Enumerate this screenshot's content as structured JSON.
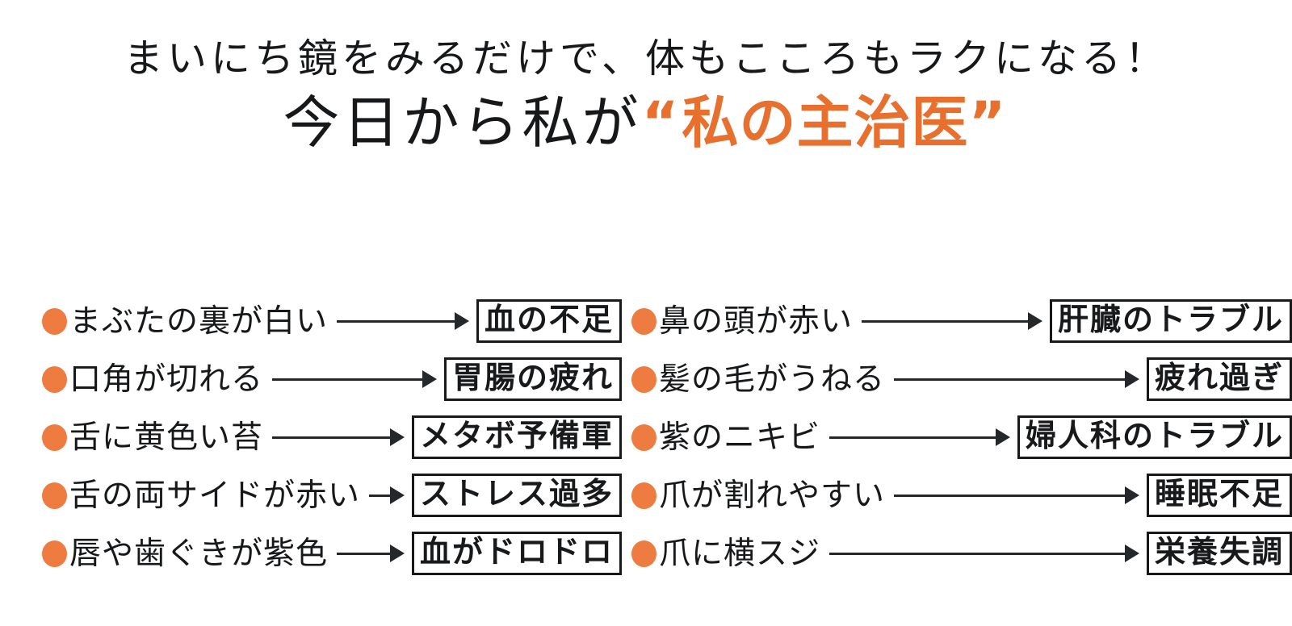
{
  "headline": {
    "line1": "まいにち鏡をみるだけで、体もこころもラクになる！",
    "line2_prefix": "今日から私が",
    "line2_accent": "私の主治医",
    "quote_open": "“",
    "quote_close": "”",
    "accent_color": "#e8702f",
    "text_color": "#16181a"
  },
  "colors": {
    "bullet": "#ee7b3f",
    "box_border": "#17191b",
    "arrow": "#25282b",
    "background": "#ffffff"
  },
  "columns": {
    "left": [
      {
        "bullet": "●",
        "symptom": "まぶたの裏が白い",
        "result": "血の不足"
      },
      {
        "bullet": "●",
        "symptom": "口角が切れる",
        "result": "胃腸の疲れ"
      },
      {
        "bullet": "●",
        "symptom": "舌に黄色い苔",
        "result": "メタボ予備軍"
      },
      {
        "bullet": "●",
        "symptom": "舌の両サイドが赤い",
        "result": "ストレス過多"
      },
      {
        "bullet": "●",
        "symptom": "唇や歯ぐきが紫色",
        "result": "血がドロドロ"
      }
    ],
    "right": [
      {
        "bullet": "●",
        "symptom": "鼻の頭が赤い",
        "result": "肝臓のトラブル"
      },
      {
        "bullet": "●",
        "symptom": "髪の毛がうねる",
        "result": "疲れ過ぎ"
      },
      {
        "bullet": "●",
        "symptom": "紫のニキビ",
        "result": "婦人科のトラブル"
      },
      {
        "bullet": "●",
        "symptom": "爪が割れやすい",
        "result": "睡眠不足"
      },
      {
        "bullet": "●",
        "symptom": "爪に横スジ",
        "result": "栄養失調"
      }
    ]
  }
}
